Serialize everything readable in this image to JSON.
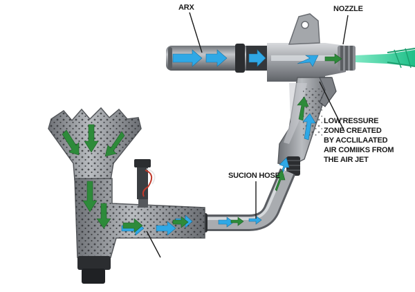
{
  "labels": {
    "arx": "ARX",
    "nozzle": "NOZZLE",
    "suction_hose": "SUCION HOSE",
    "low_pressure_zone": [
      "LOW'RESSURE",
      "ZONE CREATED",
      "BY ACCLILAATED",
      "AIR COMIIKS FROM",
      "THE AIR JET"
    ]
  },
  "colors": {
    "metal": "#8c8f94",
    "metal_dark": "#4a4d52",
    "metal_light": "#c9ccd0",
    "air_flow_arrow": "#2fa8e6",
    "particle_flow_arrow": "#2e8b3a",
    "nozzle_spray": "#2ecc9a",
    "leader_line": "#1a1a1a"
  }
}
